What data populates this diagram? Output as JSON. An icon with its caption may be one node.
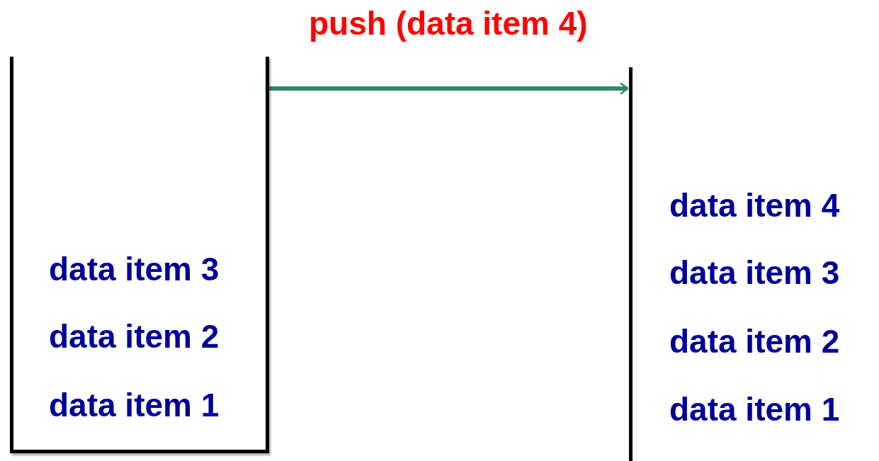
{
  "diagram": {
    "nodes": [
      {
        "text": [],
        "shape": "box"
      },
      {
        "text": [
          "data item 3"
        ],
        "in": 0
      },
      {
        "text": [
          "data item 2"
        ],
        "in": 0
      },
      {
        "text": [
          "data item 1"
        ],
        "in": 0
      },
      {
        "text": [],
        "shape": "box"
      },
      {
        "text": [
          "data item 4"
        ],
        "in": 4
      },
      {
        "text": [
          "data item 3"
        ],
        "in": 4
      },
      {
        "text": [
          "data item 2"
        ],
        "in": 4
      },
      {
        "text": [
          "data item 1"
        ],
        "in": 4
      }
    ],
    "edges": [
      {
        "from": 0,
        "to": 4,
        "arrow": "to",
        "label": "push (data item 4)"
      }
    ]
  }
}
